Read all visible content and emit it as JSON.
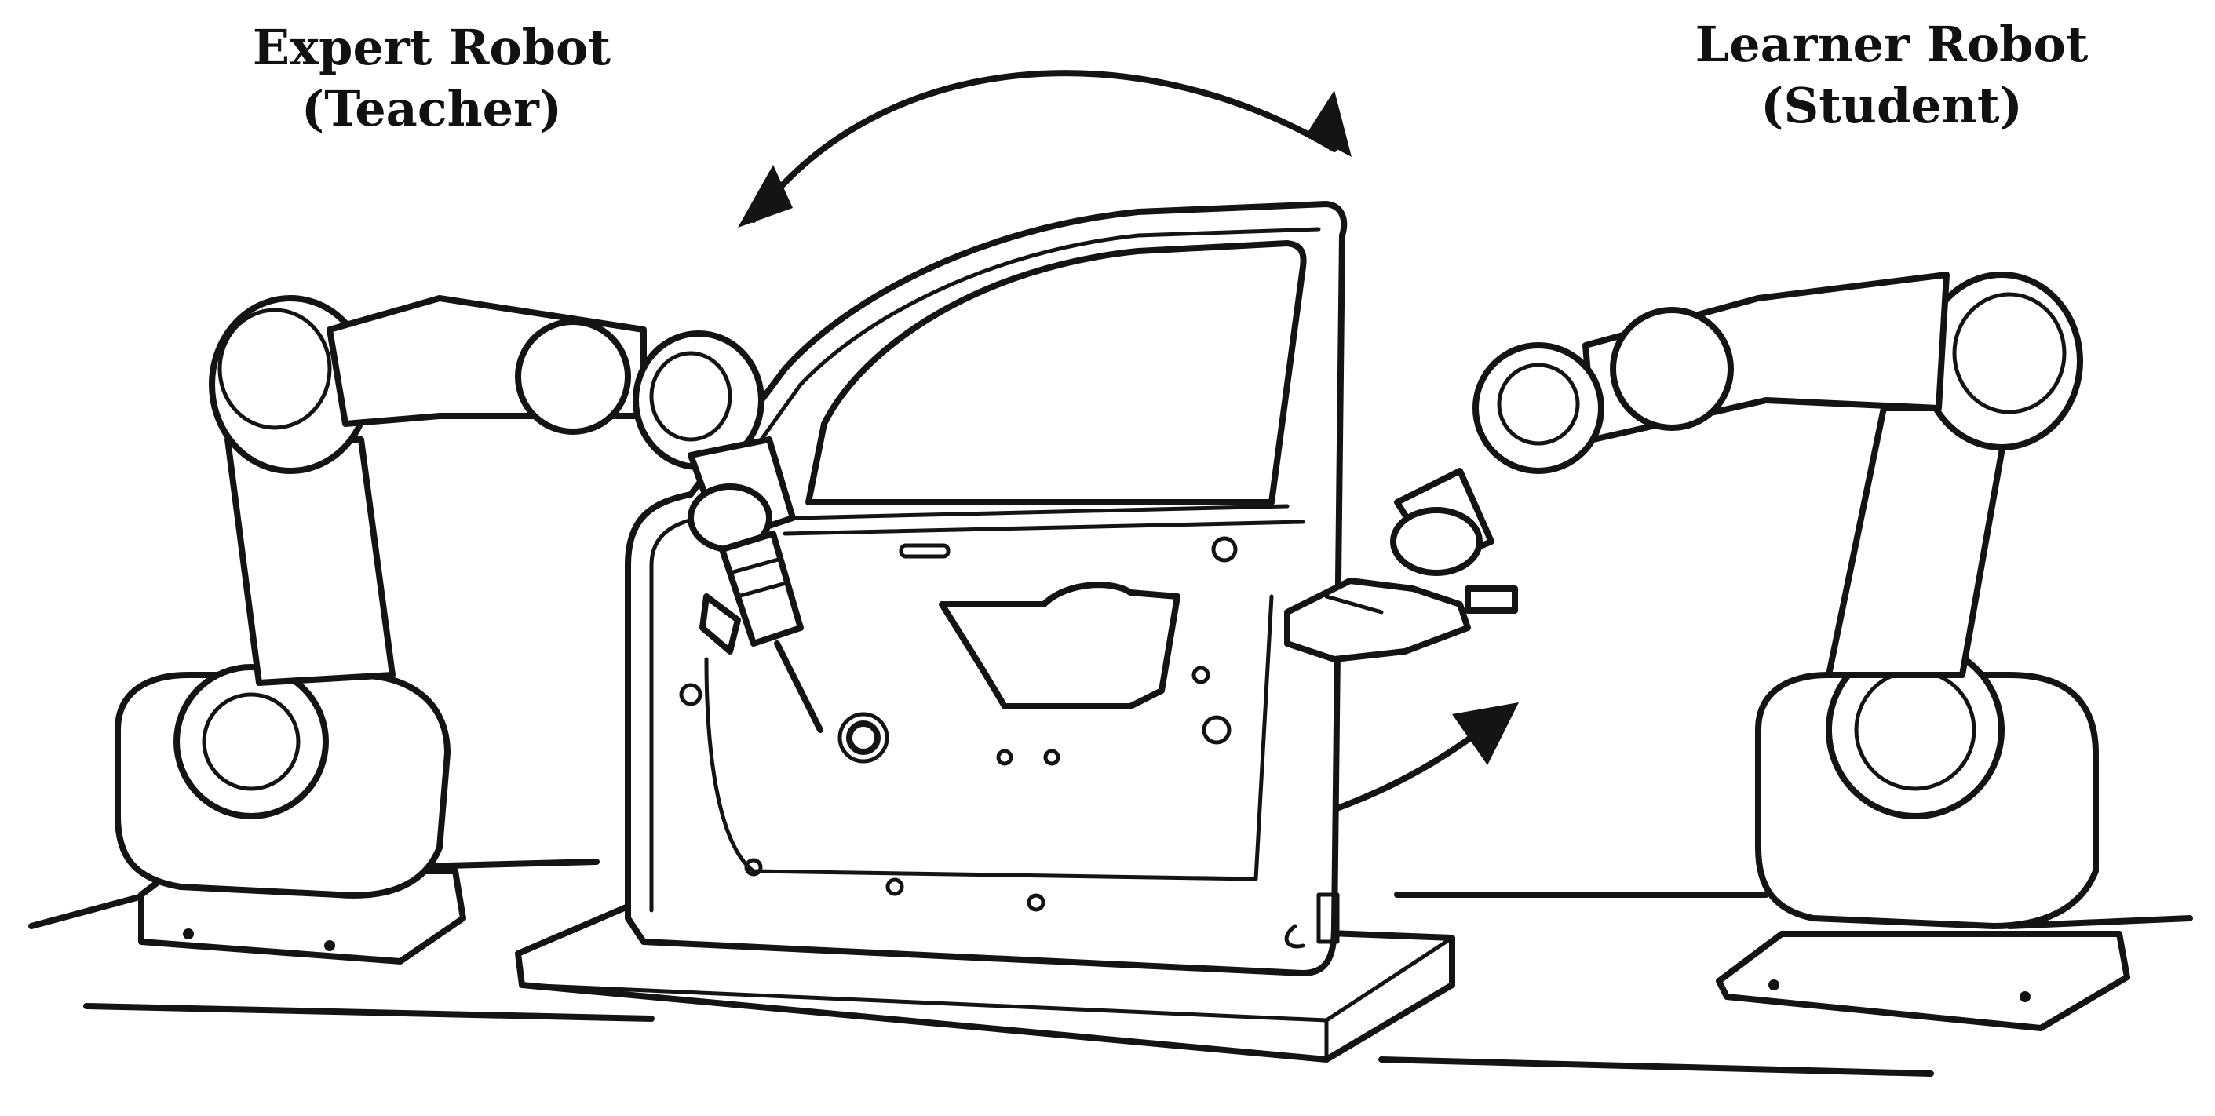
{
  "labels": {
    "expert": {
      "line1": "Expert Robot",
      "line2": "(Teacher)"
    },
    "learner": {
      "line1": "Learner Robot",
      "line2": "(Student)"
    }
  },
  "colors": {
    "ink": "#141414",
    "background": "#ffffff"
  }
}
